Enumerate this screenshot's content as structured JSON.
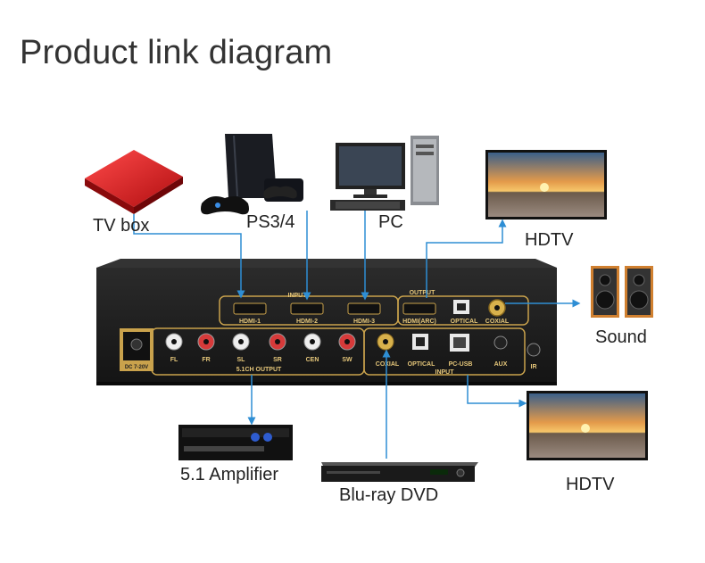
{
  "title": "Product link diagram",
  "devices": {
    "tv_box": "TV box",
    "ps": "PS3/4",
    "pc": "PC",
    "hdtv_top": "HDTV",
    "sound": "Sound",
    "amplifier": "5.1 Amplifier",
    "bluray": "Blu-ray DVD",
    "hdtv_bottom": "HDTV"
  },
  "panel": {
    "input_label": "INPUT",
    "output_label": "OUTPUT",
    "hdmi1": "HDMI-1",
    "hdmi2": "HDMI-2",
    "hdmi3": "HDMI-3",
    "hdmi_arc": "HDMI(ARC)",
    "optical_out": "OPTICAL",
    "coaxial_out": "COXIAL",
    "dc": "DC 7-20V",
    "fl": "FL",
    "fr": "FR",
    "sl": "SL",
    "sr": "SR",
    "cen": "CEN",
    "sw": "SW",
    "ch_output": "5.1CH OUTPUT",
    "coaxial_in": "COXIAL",
    "optical_in": "OPTICAL",
    "pc_usb": "PC-USB",
    "aux": "AUX",
    "ir": "IR",
    "input_label_2": "INPUT"
  },
  "colors": {
    "wire": "#2e8ed4",
    "gold": "#c9a24c",
    "panel": "#1e1e1e"
  }
}
